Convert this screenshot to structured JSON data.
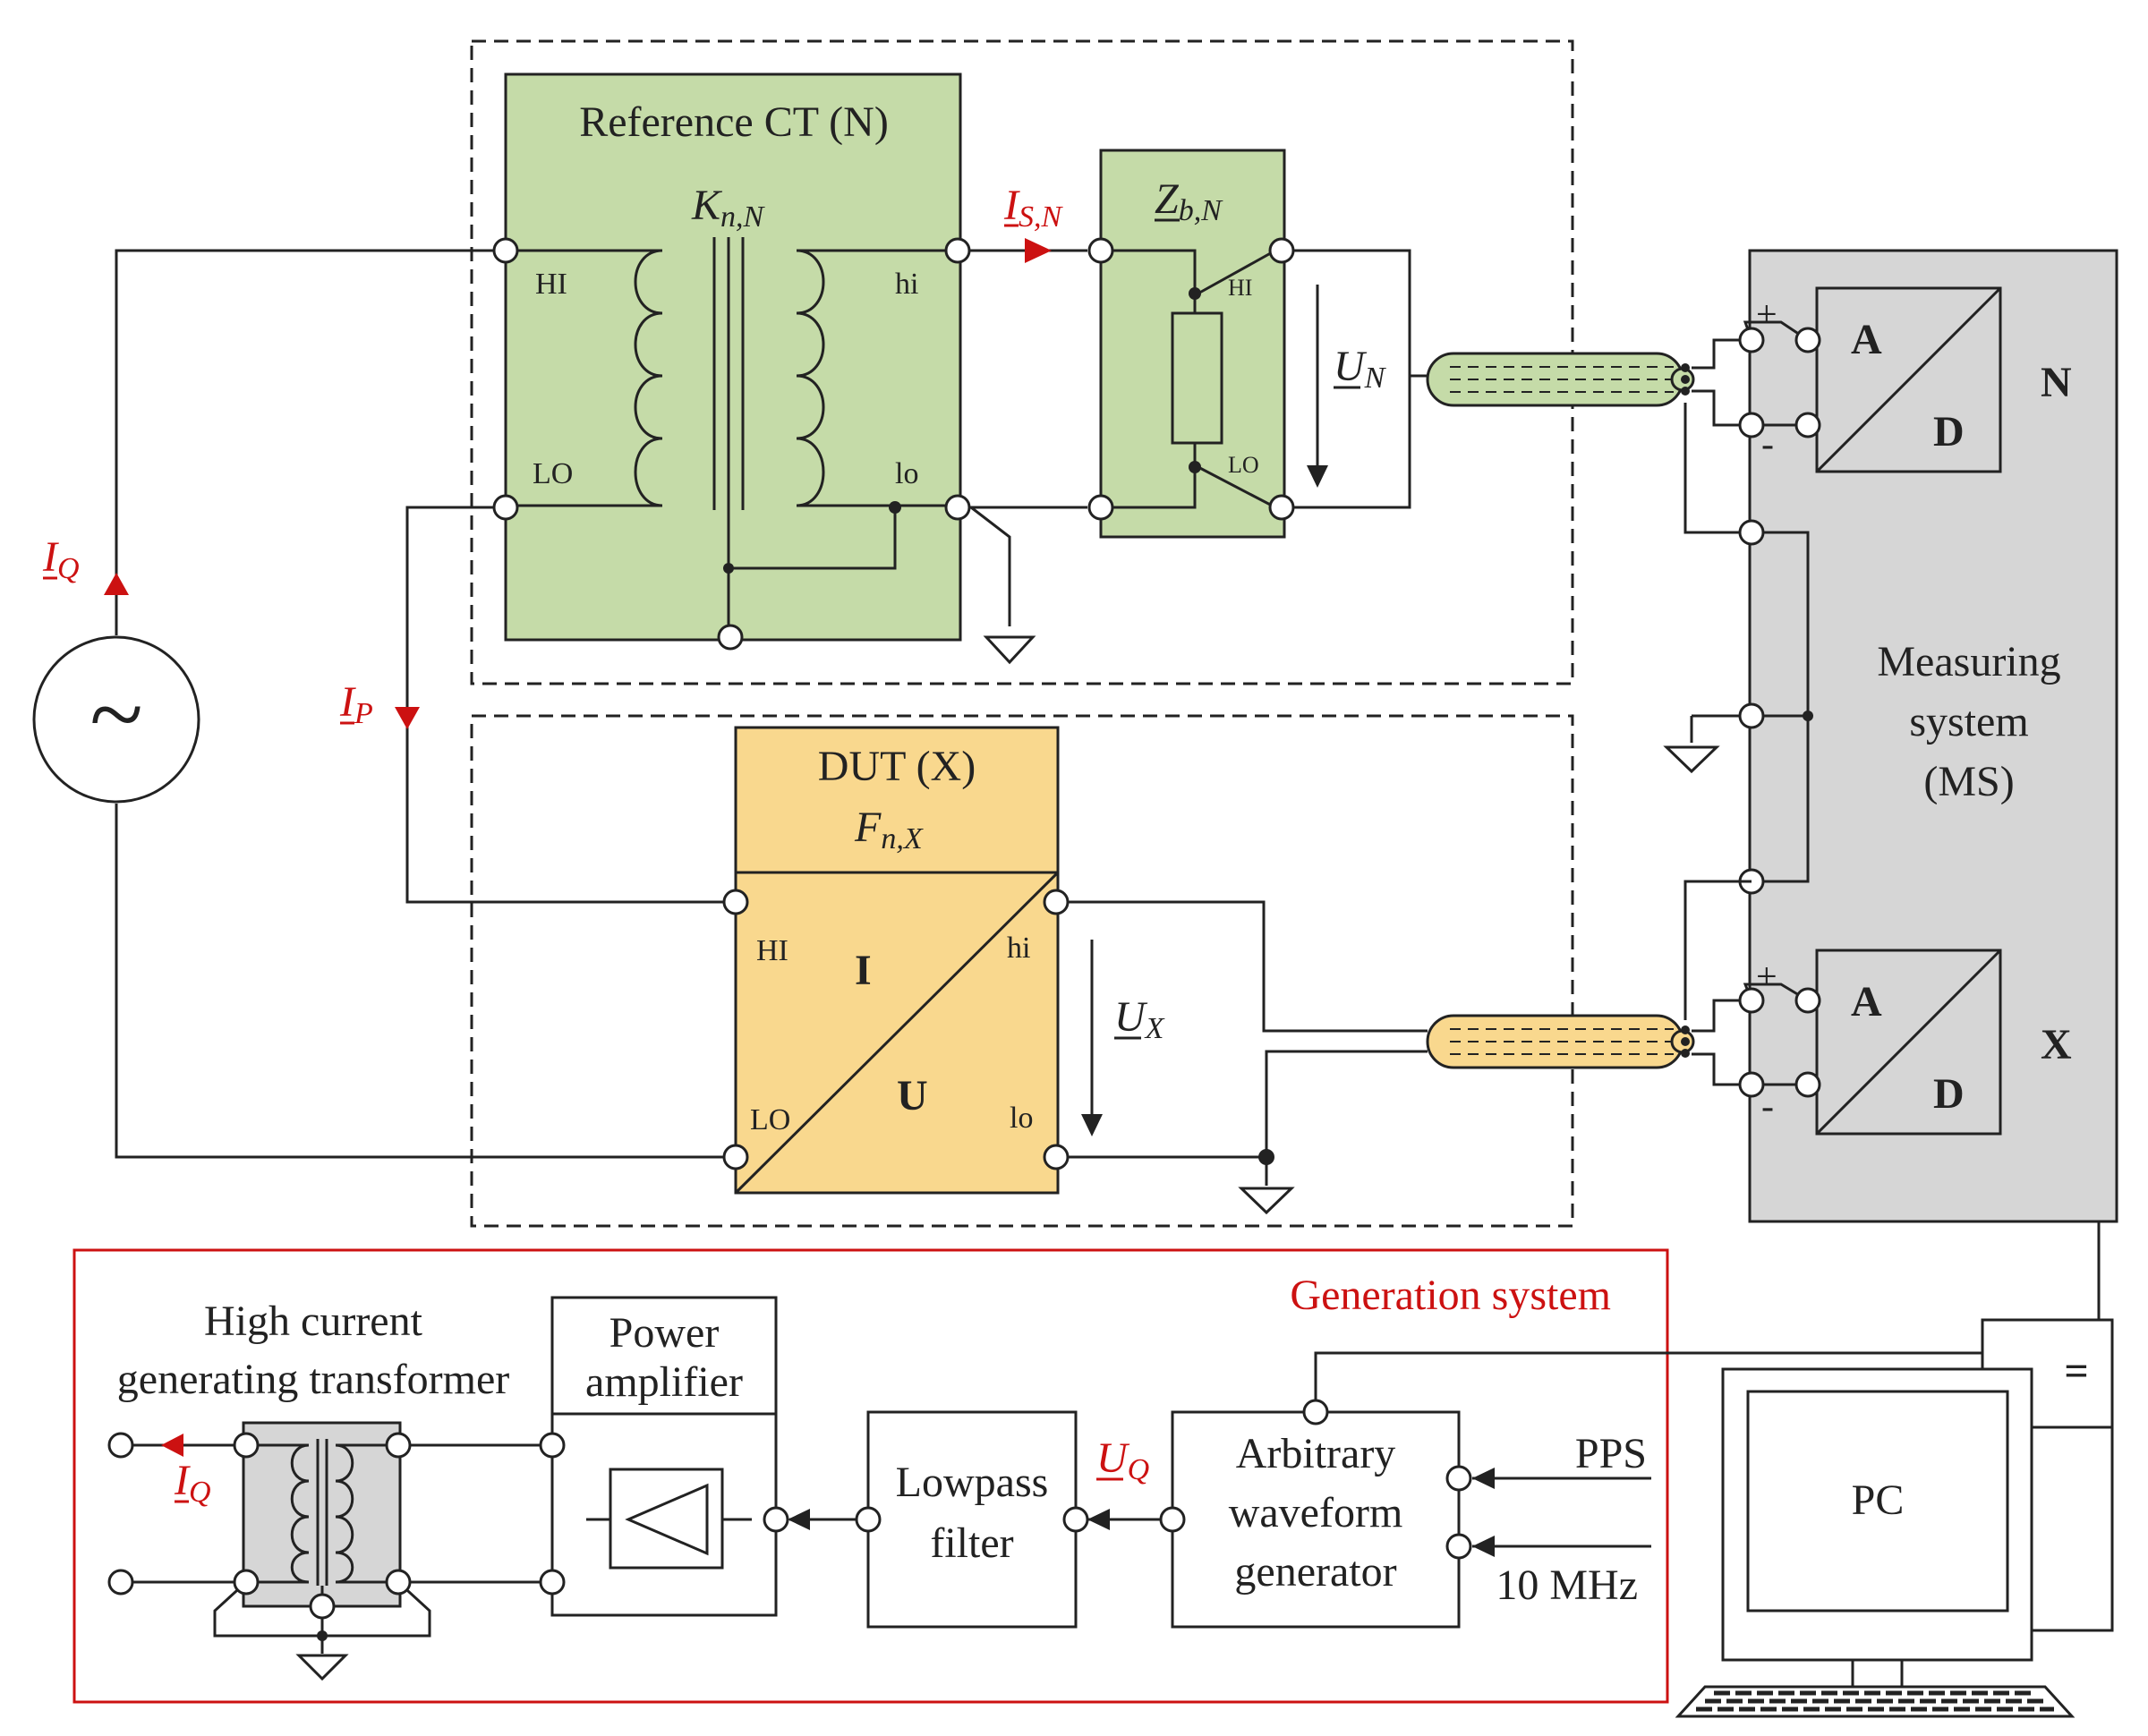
{
  "ref_ct": {
    "title": "Reference CT (N)",
    "ratio_main": "K",
    "ratio_sub": "n,N",
    "hi_upper": "HI",
    "lo_upper": "LO",
    "hi_lower": "hi",
    "lo_lower": "lo"
  },
  "current_sn": {
    "main": "I",
    "sub": "S,N"
  },
  "burden": {
    "main": "Z",
    "sub": "b,N",
    "hi": "HI",
    "lo": "LO"
  },
  "voltage_n": {
    "main": "U",
    "sub": "N"
  },
  "current_q": {
    "main": "I",
    "sub": "Q"
  },
  "current_p": {
    "main": "I",
    "sub": "P"
  },
  "source": {
    "symbol": "~"
  },
  "dut": {
    "title": "DUT (X)",
    "factor_main": "F",
    "factor_sub": "n,X",
    "hi_upper": "HI",
    "hi_lower": "hi",
    "lo_upper": "LO",
    "lo_lower": "lo",
    "i_label": "I",
    "u_label": "U"
  },
  "voltage_x": {
    "main": "U",
    "sub": "X"
  },
  "ms": {
    "title_lines": [
      "Measuring",
      "system",
      "(MS)"
    ],
    "adc_a": "A",
    "adc_d": "D",
    "plus": "+",
    "minus": "-",
    "channel_n": "N",
    "channel_x": "X"
  },
  "generation": {
    "title": "Generation system",
    "transformer_lines": [
      "High current",
      "generating transformer"
    ],
    "amplifier_lines": [
      "Power",
      "amplifier"
    ],
    "filter_lines": [
      "Lowpass",
      "filter"
    ],
    "awg_lines": [
      "Arbitrary",
      "waveform",
      "generator"
    ],
    "uq_main": "U",
    "uq_sub": "Q",
    "iq_main": "I",
    "iq_sub": "Q",
    "pps": "PPS",
    "clock": "10 MHz"
  },
  "pc": {
    "label": "PC",
    "conn": "="
  },
  "colors": {
    "green": "#c5dba8",
    "yellow": "#f9d88e",
    "gray": "#d6d6d6",
    "red": "#cc1111"
  }
}
